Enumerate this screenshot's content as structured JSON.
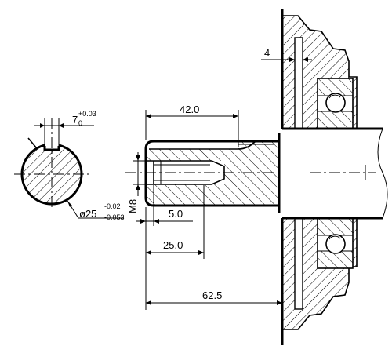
{
  "dimensions": {
    "key_width": {
      "nominal": "7",
      "upper": "+0.03",
      "lower": "0"
    },
    "shaft_diameter": {
      "nominal": "ø25",
      "upper": "-0.02",
      "lower": "-0.053"
    },
    "flange_gap": "4",
    "keyway_length": "42.0",
    "thread": "M8",
    "thread_offset": "5.0",
    "thread_depth": "25.0",
    "total_length": "62.5"
  }
}
